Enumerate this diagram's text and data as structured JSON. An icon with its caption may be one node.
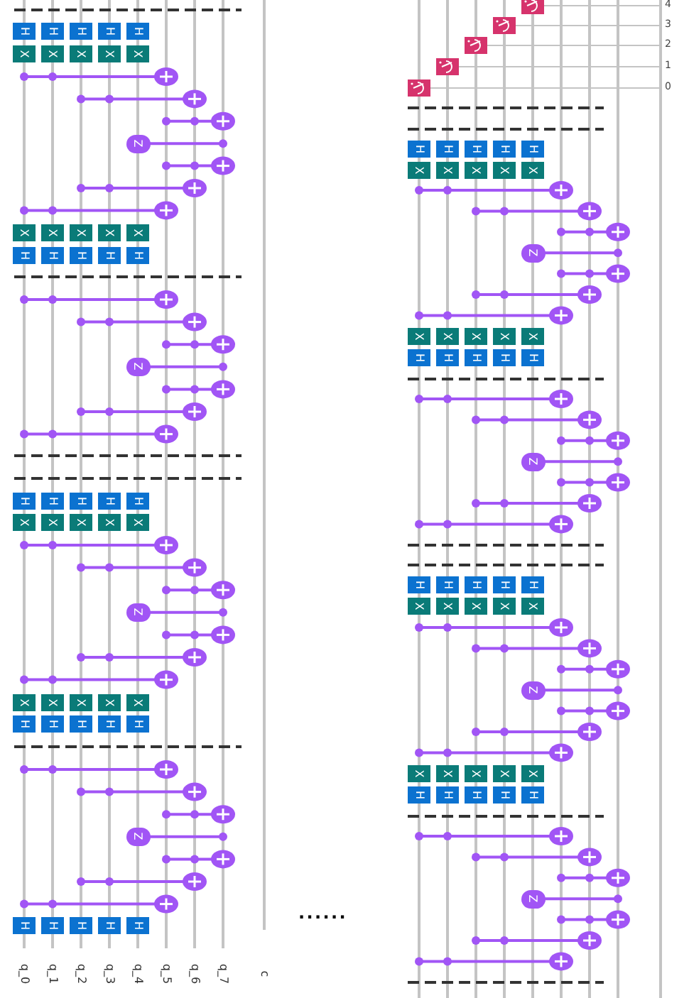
{
  "diagram": {
    "nodes": [
      {
        "text": [
          "H"
        ]
      },
      {
        "text": [
          "H"
        ]
      },
      {
        "text": [
          "H"
        ]
      },
      {
        "text": [
          "H"
        ]
      },
      {
        "text": [
          "H"
        ]
      },
      {
        "text": [
          "X"
        ]
      },
      {
        "text": [
          "X"
        ]
      },
      {
        "text": [
          "X"
        ]
      },
      {
        "text": [
          "X"
        ]
      },
      {
        "text": [
          "X"
        ]
      },
      {
        "text": [
          "Z"
        ]
      },
      {
        "text": [
          "X"
        ]
      },
      {
        "text": [
          "X"
        ]
      },
      {
        "text": [
          "X"
        ]
      },
      {
        "text": [
          "X"
        ]
      },
      {
        "text": [
          "X"
        ]
      },
      {
        "text": [
          "H"
        ]
      },
      {
        "text": [
          "H"
        ]
      },
      {
        "text": [
          "H"
        ]
      },
      {
        "text": [
          "H"
        ]
      },
      {
        "text": [
          "H"
        ]
      },
      {
        "text": [
          "Z"
        ]
      },
      {
        "text": [
          "H"
        ]
      },
      {
        "text": [
          "H"
        ]
      },
      {
        "text": [
          "H"
        ]
      },
      {
        "text": [
          "H"
        ]
      },
      {
        "text": [
          "H"
        ]
      },
      {
        "text": [
          "X"
        ]
      },
      {
        "text": [
          "X"
        ]
      },
      {
        "text": [
          "X"
        ]
      },
      {
        "text": [
          "X"
        ]
      },
      {
        "text": [
          "X"
        ]
      },
      {
        "text": [
          "Z"
        ]
      },
      {
        "text": [
          "X"
        ]
      },
      {
        "text": [
          "X"
        ]
      },
      {
        "text": [
          "X"
        ]
      },
      {
        "text": [
          "X"
        ]
      },
      {
        "text": [
          "X"
        ]
      },
      {
        "text": [
          "H"
        ]
      },
      {
        "text": [
          "H"
        ]
      },
      {
        "text": [
          "H"
        ]
      },
      {
        "text": [
          "H"
        ]
      },
      {
        "text": [
          "H"
        ]
      },
      {
        "text": [
          "Z"
        ]
      },
      {
        "text": [
          "H"
        ]
      },
      {
        "text": [
          "H"
        ]
      },
      {
        "text": [
          "H"
        ]
      },
      {
        "text": [
          "H"
        ]
      },
      {
        "text": [
          "H"
        ]
      },
      {
        "text": [
          "H"
        ]
      },
      {
        "text": [
          "H"
        ]
      },
      {
        "text": [
          "H"
        ]
      },
      {
        "text": [
          "H"
        ]
      },
      {
        "text": [
          "H"
        ]
      },
      {
        "text": [
          "X"
        ]
      },
      {
        "text": [
          "X"
        ]
      },
      {
        "text": [
          "X"
        ]
      },
      {
        "text": [
          "X"
        ]
      },
      {
        "text": [
          "X"
        ]
      },
      {
        "text": [
          "Z"
        ]
      },
      {
        "text": [
          "X"
        ]
      },
      {
        "text": [
          "X"
        ]
      },
      {
        "text": [
          "X"
        ]
      },
      {
        "text": [
          "X"
        ]
      },
      {
        "text": [
          "X"
        ]
      },
      {
        "text": [
          "H"
        ]
      },
      {
        "text": [
          "H"
        ]
      },
      {
        "text": [
          "H"
        ]
      },
      {
        "text": [
          "H"
        ]
      },
      {
        "text": [
          "H"
        ]
      },
      {
        "text": [
          "Z"
        ]
      },
      {
        "text": [
          "H"
        ]
      },
      {
        "text": [
          "H"
        ]
      },
      {
        "text": [
          "H"
        ]
      },
      {
        "text": [
          "H"
        ]
      },
      {
        "text": [
          "H"
        ]
      },
      {
        "text": [
          "X"
        ]
      },
      {
        "text": [
          "X"
        ]
      },
      {
        "text": [
          "X"
        ]
      },
      {
        "text": [
          "X"
        ]
      },
      {
        "text": [
          "X"
        ]
      },
      {
        "text": [
          "Z"
        ]
      },
      {
        "text": [
          "X"
        ]
      },
      {
        "text": [
          "X"
        ]
      },
      {
        "text": [
          "X"
        ]
      },
      {
        "text": [
          "X"
        ]
      },
      {
        "text": [
          "X"
        ]
      },
      {
        "text": [
          "H"
        ]
      },
      {
        "text": [
          "H"
        ]
      },
      {
        "text": [
          "H"
        ]
      },
      {
        "text": [
          "H"
        ]
      },
      {
        "text": [
          "H"
        ]
      },
      {
        "text": [
          "Z"
        ]
      }
    ],
    "labels": [
      "q_0",
      "q_1",
      "q_2",
      "q_3",
      "q_4",
      "q_5",
      "q_6",
      "q_7",
      "c",
      "......",
      "4",
      "3",
      "2",
      "1",
      "0"
    ]
  }
}
